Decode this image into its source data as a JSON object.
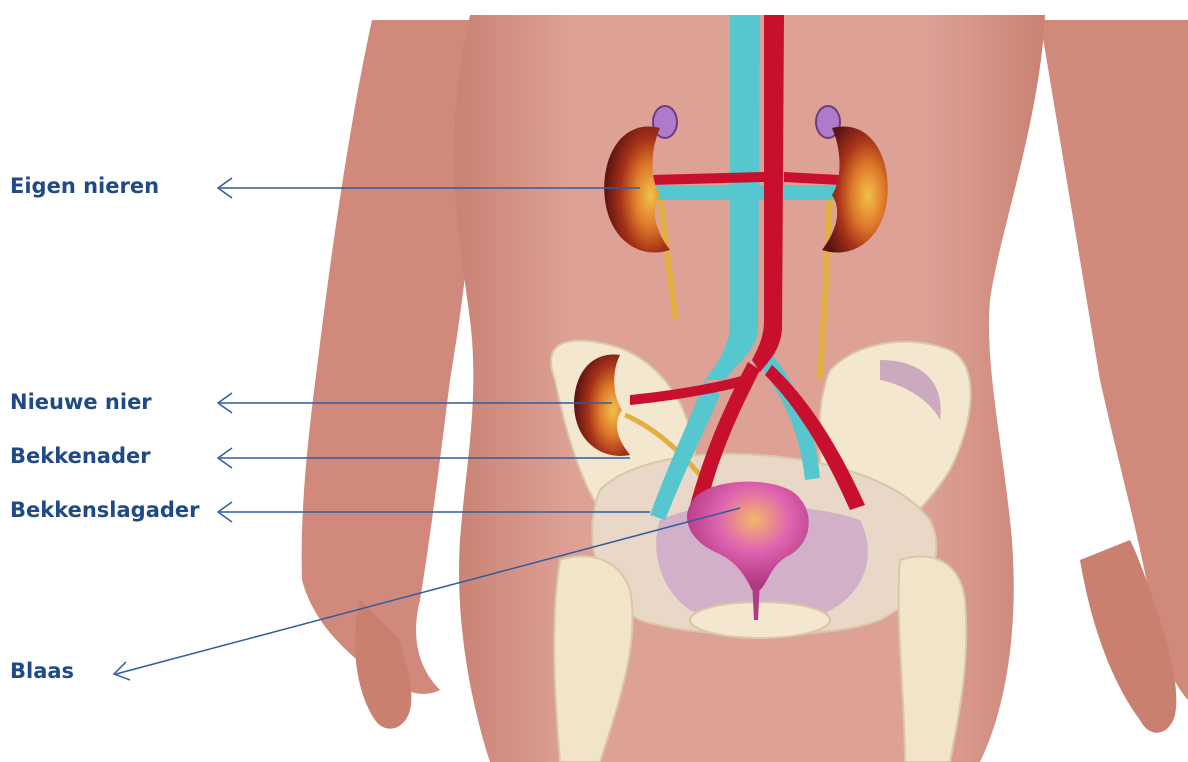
{
  "labels": {
    "eigen_nieren": "Eigen nieren",
    "nieuwe_nier": "Nieuwe nier",
    "bekkenader": "Bekkenader",
    "bekkenslagader": "Bekkenslagader",
    "blaas": "Blaas"
  },
  "colors": {
    "label_text": "#1f4a86",
    "leader_line": "#2f5d9e",
    "skin": "#d99a8e",
    "bone": "#f3e7cf",
    "vein": "#56c7cf",
    "artery": "#c8102e",
    "ureter": "#e3b040",
    "kidney": "#7a1c1c",
    "bladder": "#d24aa0"
  }
}
